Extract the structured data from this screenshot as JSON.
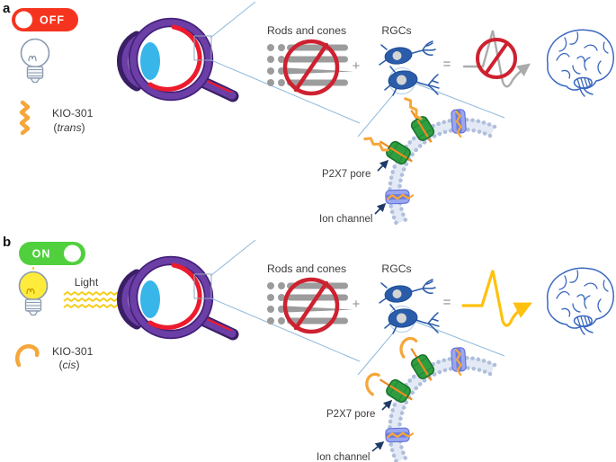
{
  "panel_a": {
    "label": "a",
    "toggle_label": "OFF",
    "molecule_name": "KIO-301",
    "molecule_isomer_open": "(",
    "molecule_isomer": "trans",
    "molecule_isomer_close": ")",
    "rods_cones_label": "Rods and cones",
    "plus_sign": "+",
    "rgcs_label": "RGCs",
    "equals_sign": "=",
    "p2x7_label": "P2X7 pore",
    "ion_channel_label": "Ion channel"
  },
  "panel_b": {
    "label": "b",
    "toggle_label": "ON",
    "light_label": "Light",
    "molecule_name": "KIO-301",
    "molecule_isomer_open": "(",
    "molecule_isomer": "cis",
    "molecule_isomer_close": ")",
    "rods_cones_label": "Rods and cones",
    "plus_sign": "+",
    "rgcs_label": "RGCs",
    "equals_sign": "=",
    "p2x7_label": "P2X7 pore",
    "ion_channel_label": "Ion channel"
  },
  "colors": {
    "toggle_off": "#F5341F",
    "toggle_on": "#4FD03C",
    "eye_purple": "#6C3FA6",
    "retina_red": "#ED1B2E",
    "lens_blue": "#38B6E9",
    "neuron_blue": "#2A5CAA",
    "brain_blue": "#3A68C0",
    "molecule_orange": "#F5A73B",
    "channel_green": "#2F9E41",
    "channel_blue": "#9AA7EE",
    "signal_gray": "#ABABAB",
    "signal_yellow": "#FEC10D",
    "prohibition_red": "#CE2130"
  }
}
